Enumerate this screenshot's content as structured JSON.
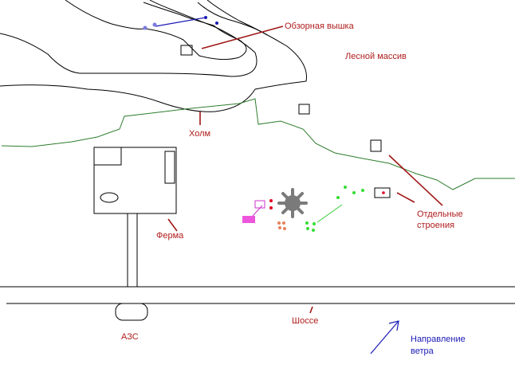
{
  "labels": {
    "tower": "Обзорная вышка",
    "forest": "Лесной массив",
    "hill": "Холм",
    "farm": "Ферма",
    "buildings_line1": "Отдельные",
    "buildings_line2": "строения",
    "highway": "Шоссе",
    "gas_station": "АЗС",
    "wind_line1": "Направление",
    "wind_line2": "ветра"
  },
  "colors": {
    "label": "#b01c1c",
    "contour": "#000000",
    "forest_edge": "#2e7d2e",
    "wind": "#1a1ab8",
    "explosion": "#7a7a7a",
    "magenta": "#ee55dd",
    "red_dot": "#e00020",
    "orange_dot": "#e8805a",
    "green_dot": "#33dd33"
  }
}
